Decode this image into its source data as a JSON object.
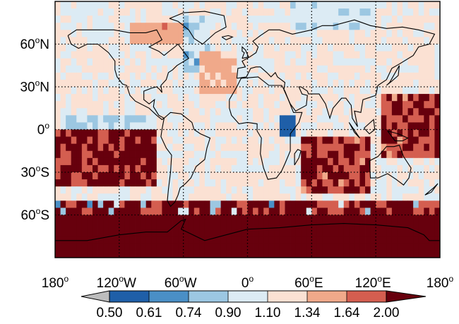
{
  "map": {
    "lat_ticks": [
      {
        "deg": "60",
        "hemi": "N",
        "lat": 60
      },
      {
        "deg": "30",
        "hemi": "N",
        "lat": 30
      },
      {
        "deg": "0",
        "hemi": "",
        "lat": 0
      },
      {
        "deg": "30",
        "hemi": "S",
        "lat": -30
      },
      {
        "deg": "60",
        "hemi": "S",
        "lat": -60
      }
    ],
    "lon_ticks": [
      {
        "deg": "180",
        "hemi": "",
        "lon": -180
      },
      {
        "deg": "120",
        "hemi": "W",
        "lon": -120
      },
      {
        "deg": "60",
        "hemi": "W",
        "lon": -60
      },
      {
        "deg": "0",
        "hemi": "",
        "lon": 0
      },
      {
        "deg": "60",
        "hemi": "E",
        "lon": 60
      },
      {
        "deg": "120",
        "hemi": "E",
        "lon": 120
      },
      {
        "deg": "180",
        "hemi": "",
        "lon": 180
      }
    ],
    "degree_symbol": "o",
    "grid": "dotted"
  },
  "colorbar": {
    "labels": [
      "0.50",
      "0.61",
      "0.74",
      "0.90",
      "1.10",
      "1.34",
      "1.64",
      "2.00"
    ],
    "colors": [
      "#1f5fa8",
      "#4a8fc6",
      "#9cc7e2",
      "#dcebf4",
      "#fbe1d3",
      "#f0a98a",
      "#d45e50",
      "#a6172a"
    ],
    "under_color": "#bdbdbd",
    "over_color": "#67000d"
  }
}
